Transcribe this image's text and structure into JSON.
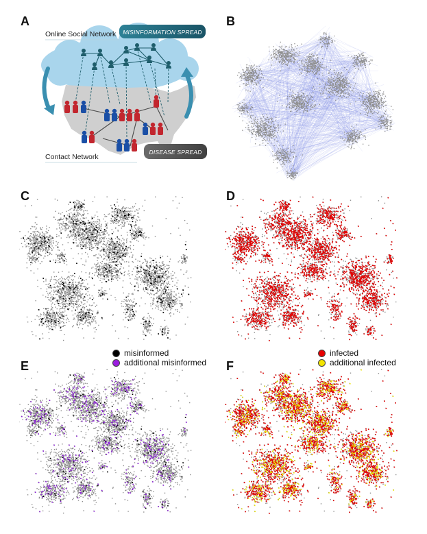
{
  "panels": {
    "a": {
      "letter": "A",
      "online_label": "Online Social Network",
      "online_badge": "MISINFORMATION SPREAD",
      "contact_label": "Contact Network",
      "contact_badge": "DISEASE SPREAD"
    },
    "b": {
      "letter": "B"
    },
    "c": {
      "letter": "C"
    },
    "d": {
      "letter": "D"
    },
    "e": {
      "letter": "E"
    },
    "f": {
      "letter": "F"
    }
  },
  "legend_left": {
    "items": [
      {
        "label": "misinformed",
        "color": "#000000"
      },
      {
        "label": "additional misinformed",
        "color": "#9b1de0"
      }
    ]
  },
  "legend_right": {
    "items": [
      {
        "label": "infected",
        "color": "#e60000"
      },
      {
        "label": "additional infected",
        "color": "#f3e400"
      }
    ]
  },
  "colors": {
    "cloud": "#a9d5ec",
    "map": "#cfcfcf",
    "teal": "#1e5d6b",
    "badge_online": "#1f6678",
    "badge_contact": "#4d4d4d",
    "person_red": "#c2262e",
    "person_blue": "#1a4fa6",
    "node_gray": "#8d8d8d",
    "edge_blue": "#8796e8",
    "infected_red": "#e40000",
    "purple": "#8c1fd8",
    "yellow": "#ece400"
  }
}
